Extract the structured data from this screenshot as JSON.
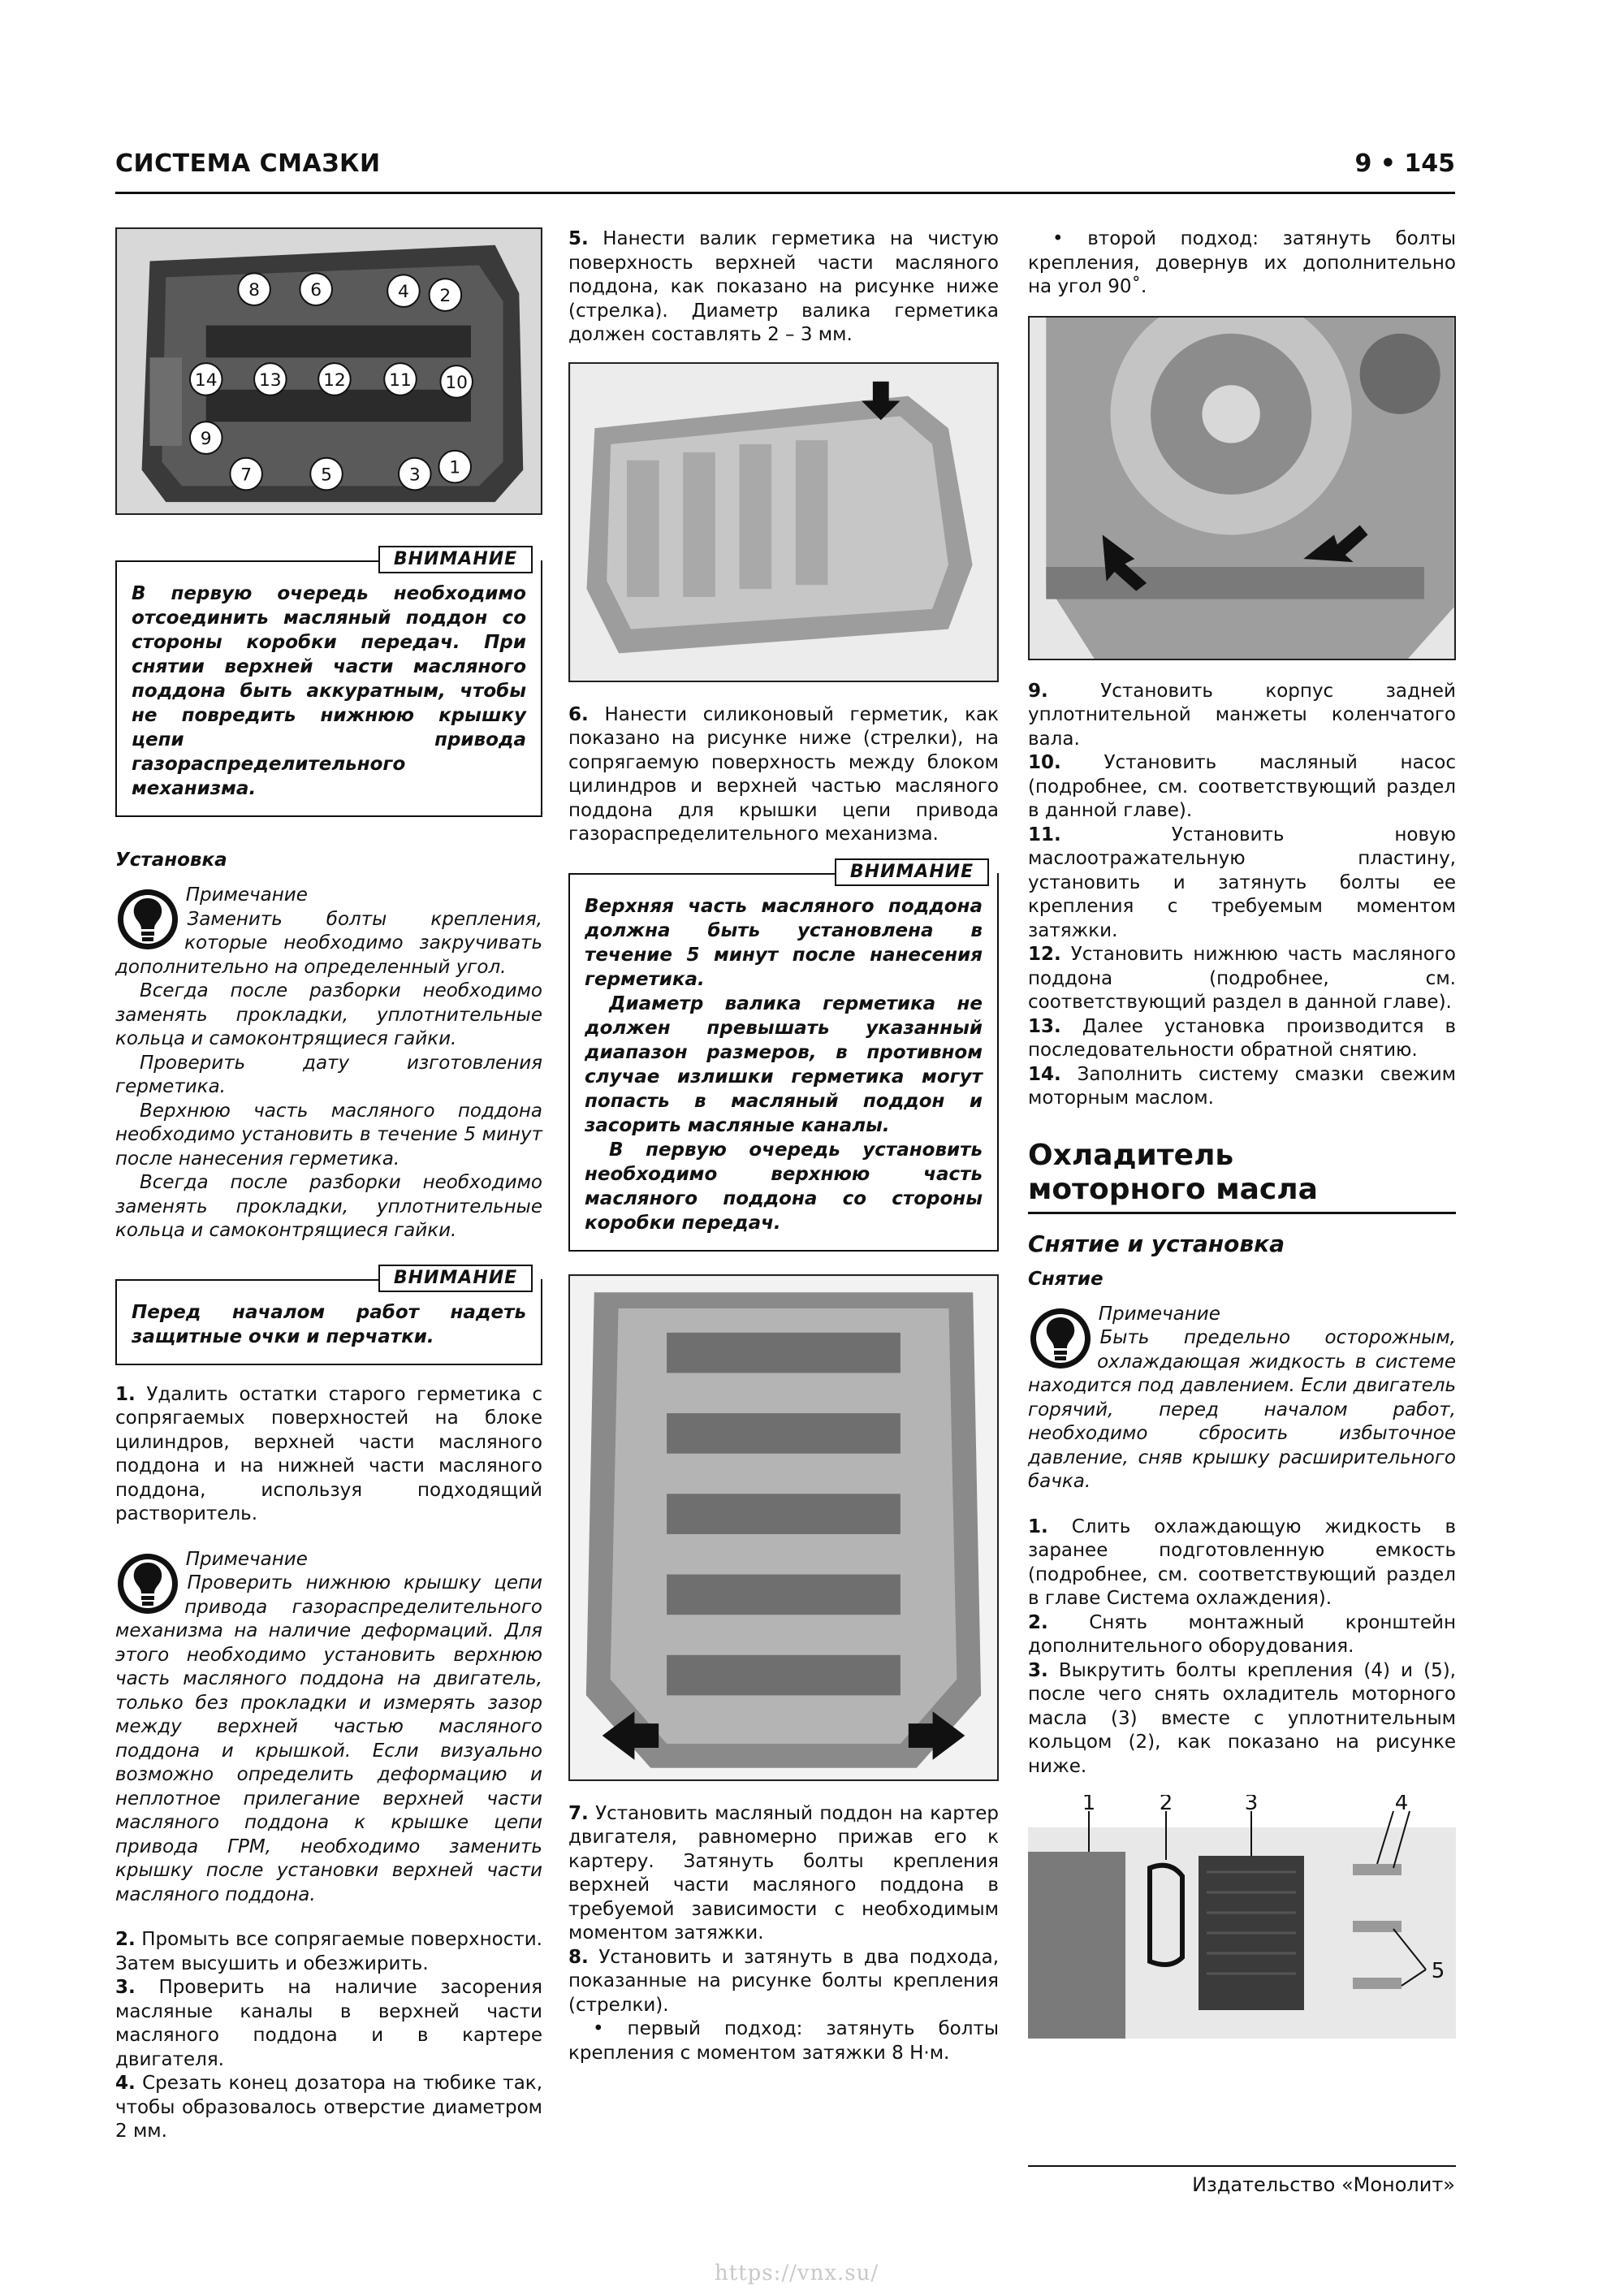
{
  "header": {
    "section": "СИСТЕМА СМАЗКИ",
    "page": "9 • 145"
  },
  "col1": {
    "fig1_callouts": [
      "8",
      "6",
      "4",
      "2",
      "14",
      "13",
      "12",
      "11",
      "10",
      "9",
      "7",
      "5",
      "3",
      "1"
    ],
    "attention1": {
      "tab": "ВНИМАНИЕ",
      "text": "В первую очередь необходимо отсоединить масляный поддон со стороны коробки передач. При снятии верхней части масляного поддона быть аккуратным, чтобы не повредить нижнюю крышку цепи привода газораспределительного механизма."
    },
    "install_heading": "Установка",
    "note1": {
      "title": "Примечание",
      "lines": [
        "Заменить болты крепления, которые необходимо закручивать дополнительно на определенный угол.",
        "Всегда после разборки необходимо заменять прокладки, уплотнительные кольца и самоконтрящиеся гайки.",
        "Проверить дату изготовления герметика.",
        "Верхнюю часть масляного поддона необходимо установить в течение 5 минут после нанесения герметика.",
        "Всегда после разборки необходимо заменять прокладки, уплотнительные кольца и самоконтрящиеся гайки."
      ]
    },
    "attention2": {
      "tab": "ВНИМАНИЕ",
      "text": "Перед началом работ надеть защитные очки и перчатки."
    },
    "step1": {
      "num": "1.",
      "text": "Удалить остатки старого герметика с сопрягаемых поверхностей на блоке цилиндров, верхней части масляного поддона и на нижней части масляного поддона, используя подходящий растворитель."
    },
    "note2": {
      "title": "Примечание",
      "text": "Проверить нижнюю крышку цепи привода газораспределительного механизма на наличие деформаций. Для этого необходимо установить верхнюю часть масляного поддона на двигатель, только без прокладки и измерять зазор между верхней частью масляного поддона и крышкой. Если визуально возможно определить деформацию и неплотное прилегание верхней части масляного поддона к крышке цепи привода ГРМ, необходимо заменить крышку после установки верхней части масляного поддона."
    },
    "step2": {
      "num": "2.",
      "text": "Промыть все сопрягаемые поверхности. Затем высушить и обезжирить."
    },
    "step3": {
      "num": "3.",
      "text": "Проверить на наличие засорения масляные каналы в верхней части масляного поддона и в картере двигателя."
    },
    "step4": {
      "num": "4.",
      "text": "Срезать конец дозатора на тюбике так, чтобы образовалось отверстие диаметром 2 мм."
    }
  },
  "col2": {
    "step5": {
      "num": "5.",
      "text": "Нанести валик герметика на чистую поверхность верхней части масляного поддона, как показано на рисунке ниже (стрелка). Диаметр валика герметика должен составлять 2 – 3 мм."
    },
    "step6": {
      "num": "6.",
      "text": "Нанести силиконовый герметик, как показано на рисунке ниже (стрелки), на сопрягаемую поверхность между блоком цилиндров и верхней частью масляного поддона для крышки цепи привода газораспределительного механизма."
    },
    "attention3": {
      "tab": "ВНИМАНИЕ",
      "p1": "Верхняя часть масляного поддона должна быть установлена в течение 5 минут после нанесения герметика.",
      "p2": "Диаметр валика герметика не должен превышать указанный диапазон размеров, в противном случае излишки герметика могут попасть в масляный поддон и засорить масляные каналы.",
      "p3": "В первую очередь установить необходимо верхнюю часть масляного поддона со стороны коробки передач."
    },
    "step7": {
      "num": "7.",
      "text": "Установить масляный поддон на картер двигателя, равномерно прижав его к картеру. Затянуть болты крепления верхней части масляного поддона в требуемой зависимости с необходимым моментом затяжки."
    },
    "step8": {
      "num": "8.",
      "text": "Установить и затянуть в два подхода, показанные на рисунке болты крепления (стрелки)."
    },
    "step8a": "• первый подход: затянуть болты крепления с моментом затяжки 8 Н·м."
  },
  "col3": {
    "step8b": "• второй подход: затянуть болты крепления, довернув их дополнительно на угол 90˚.",
    "step9": {
      "num": "9.",
      "text": "Установить корпус задней уплотнительной манжеты коленчатого вала."
    },
    "step10": {
      "num": "10.",
      "text": "Установить масляный насос (подробнее, см. соответствующий раздел в данной главе)."
    },
    "step11": {
      "num": "11.",
      "text": "Установить новую маслоотражательную пластину, установить и затянуть болты ее крепления с требуемым моментом затяжки."
    },
    "step12": {
      "num": "12.",
      "text": "Установить нижнюю часть масляного поддона (подробнее, см. соответствующий раздел в данной главе)."
    },
    "step13": {
      "num": "13.",
      "text": "Далее установка производится в последовательности обратной снятию."
    },
    "step14": {
      "num": "14.",
      "text": "Заполнить систему смазки свежим моторным маслом."
    },
    "section_title_1": "Охладитель",
    "section_title_2": "моторного масла",
    "subsection": "Снятие и установка",
    "removal_heading": "Снятие",
    "note3": {
      "title": "Примечание",
      "text": "Быть предельно осторожным, охлаждающая жидкость в системе находится под давлением. Если двигатель горячий, перед началом работ, необходимо сбросить избыточное давление, сняв крышку расширительного бачка."
    },
    "s1": {
      "num": "1.",
      "text": "Слить охлаждающую жидкость в заранее подготовленную емкость (подробнее, см. соответствующий раздел в главе Система охлаждения)."
    },
    "s2": {
      "num": "2.",
      "text": "Снять монтажный кронштейн дополнительного оборудования."
    },
    "s3": {
      "num": "3.",
      "text": "Выкрутить болты крепления (4) и (5), после чего снять охладитель моторного масла (3) вместе с уплотнительным кольцом (2), как показано на рисунке ниже."
    },
    "fig_labels": [
      "1",
      "2",
      "3",
      "4",
      "5"
    ]
  },
  "footer": {
    "publisher": "Издательство «Монолит»",
    "watermark": "https://vnx.su/"
  },
  "colors": {
    "text": "#111111",
    "figure_bg": "#cfcfcf",
    "watermark": "#c8c8c8"
  },
  "icons": [
    "lightbulb-note-icon",
    "arrow-icon"
  ]
}
